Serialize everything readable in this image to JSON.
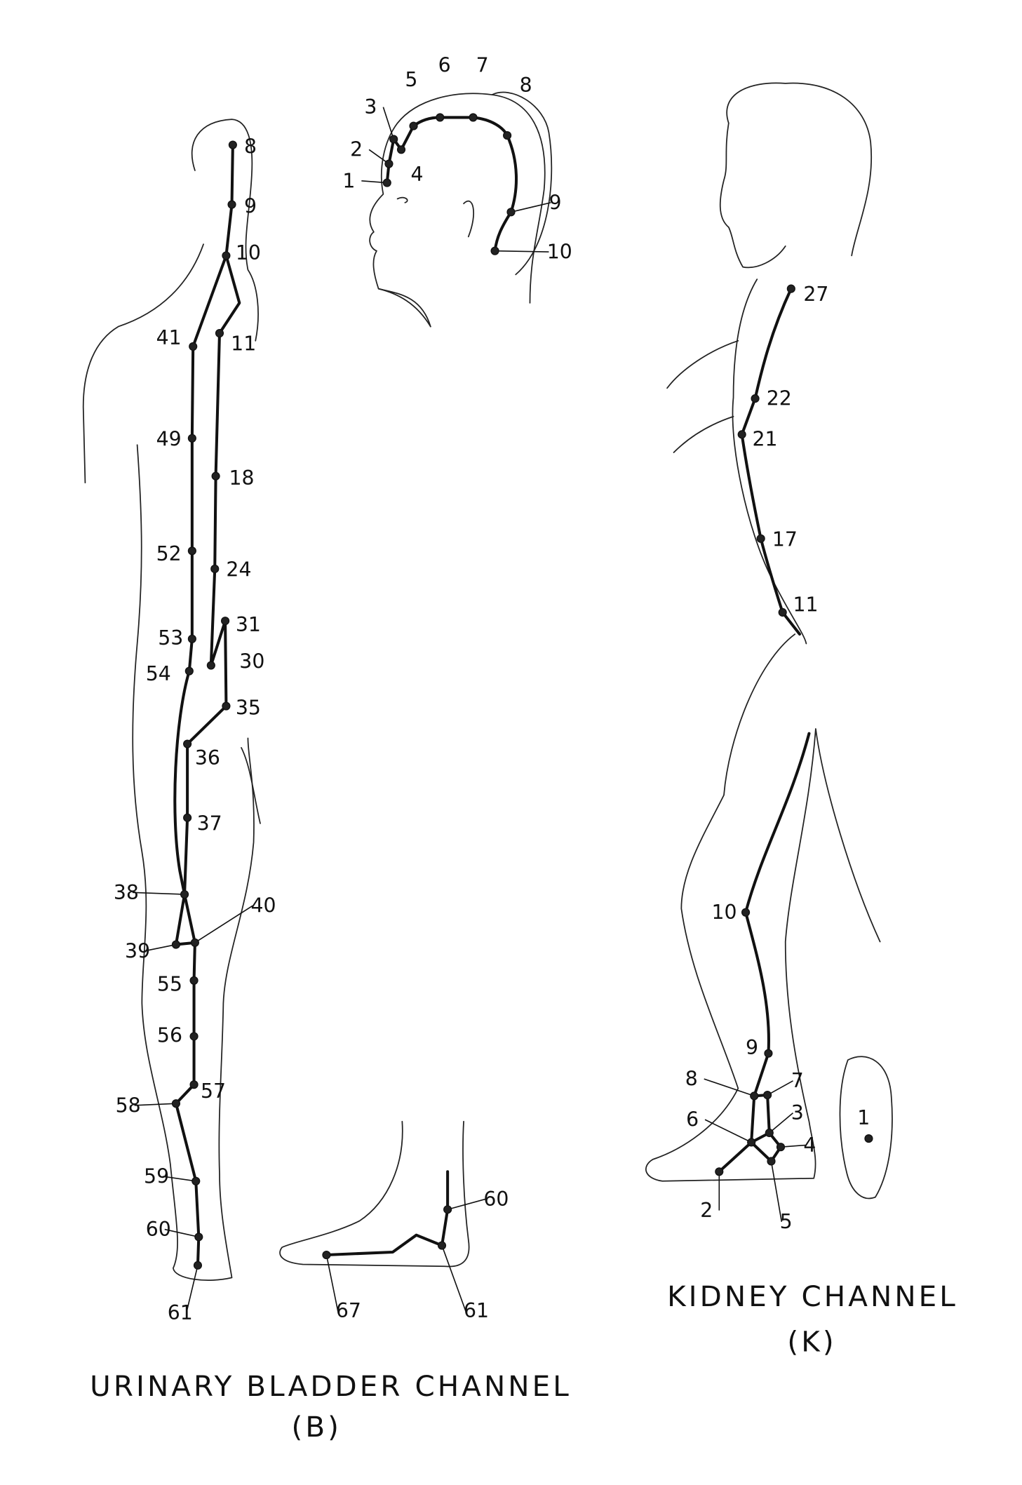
{
  "bladder": {
    "title": "URINARY BLADDER CHANNEL",
    "code": "(B)",
    "back_points": [
      "8",
      "9",
      "10",
      "11",
      "41",
      "49",
      "18",
      "52",
      "24",
      "31",
      "53",
      "30",
      "54",
      "35",
      "36",
      "37",
      "38",
      "40",
      "39",
      "55",
      "56",
      "57",
      "58",
      "59",
      "60",
      "61"
    ],
    "head_points": [
      "1",
      "2",
      "3",
      "4",
      "5",
      "6",
      "7",
      "8",
      "9",
      "10"
    ],
    "foot_points": [
      "60",
      "61",
      "67"
    ]
  },
  "kidney": {
    "title": "KIDNEY CHANNEL",
    "code": "(K)",
    "points": [
      "27",
      "22",
      "21",
      "17",
      "11",
      "10",
      "9",
      "8",
      "7",
      "3",
      "6",
      "4",
      "5",
      "2",
      "1"
    ]
  }
}
